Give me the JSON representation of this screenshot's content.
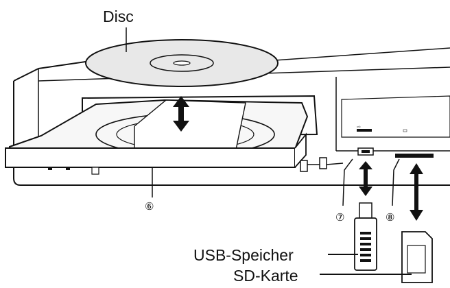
{
  "labels": {
    "disc": "Disc",
    "tray_number": "⑥",
    "usb_number": "⑦",
    "sd_number": "⑧",
    "usb_memory": "USB-Speicher",
    "sd_card": "SD-Karte"
  },
  "colors": {
    "line": "#111111",
    "background": "#ffffff",
    "disc_fill": "#e8e8e8",
    "panel_fill": "#f2f2f2"
  },
  "icons": {
    "disc_arrow": "double-vertical-arrow",
    "usb_arrow": "double-vertical-arrow",
    "sd_arrow": "double-vertical-arrow"
  }
}
